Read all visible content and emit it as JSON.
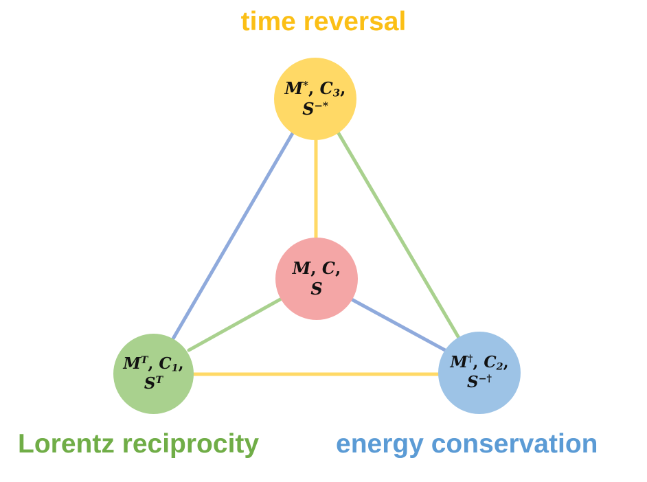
{
  "colors": {
    "yellow_text": "#fbbf16",
    "green_text": "#70ad47",
    "blue_text": "#5b9bd5",
    "yellow_node": "#ffd966",
    "pink_node": "#f4a6a6",
    "green_node": "#a9d18e",
    "blue_node": "#9dc3e6",
    "yellow_edge": "#ffd966",
    "green_edge": "#a9d18e",
    "blue_edge": "#8faadc"
  },
  "labels": {
    "time_reversal": "time reversal",
    "lorentz": "Lorentz reciprocity",
    "energy": "energy conservation"
  },
  "nodes": {
    "top": {
      "M": "M",
      "M_sup": "*",
      "C": "C",
      "C_sub": "3",
      "S": "S",
      "S_sup": "−*",
      "sep": ","
    },
    "center": {
      "M": "M",
      "C": "C",
      "S": "S",
      "sep": ","
    },
    "left": {
      "M": "M",
      "M_sup": "T",
      "C": "C",
      "C_sub": "1",
      "S": "S",
      "S_sup": "T",
      "sep": ","
    },
    "right": {
      "M": "M",
      "M_sup": "†",
      "C": "C",
      "C_sub": "2",
      "S": "S",
      "S_sup": "−†",
      "sep": ","
    }
  }
}
